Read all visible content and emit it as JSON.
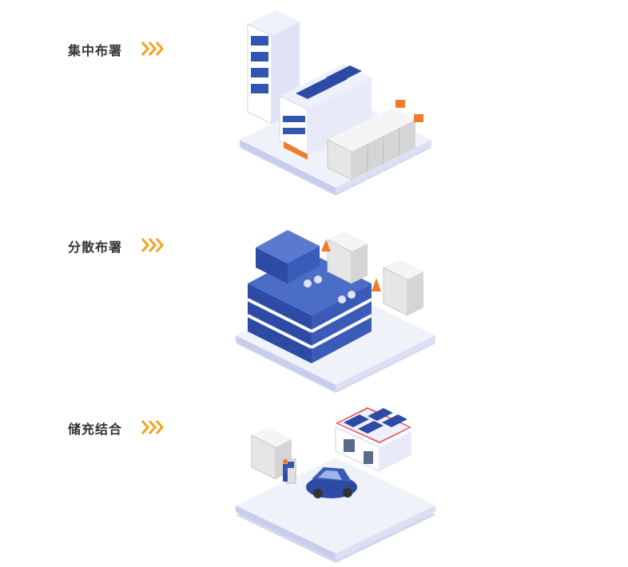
{
  "sections": [
    {
      "label": "集中布署",
      "arrow_icon": "triple-chevron-right-icon",
      "illustration": "centralized-building-solar-storage"
    },
    {
      "label": "分散布署",
      "arrow_icon": "triple-chevron-right-icon",
      "illustration": "distributed-building-storage"
    },
    {
      "label": "储充结合",
      "arrow_icon": "triple-chevron-right-icon",
      "illustration": "storage-charging-station-ev"
    }
  ],
  "colors": {
    "label_text": "#333333",
    "arrow_orange": "#f4a020",
    "building_blue": "#3355b0",
    "platform_light": "#e8ebf7",
    "platform_shadow": "#c8cdec",
    "cabinet_gray": "#e6e6e6",
    "accent_orange": "#f07c2a"
  }
}
